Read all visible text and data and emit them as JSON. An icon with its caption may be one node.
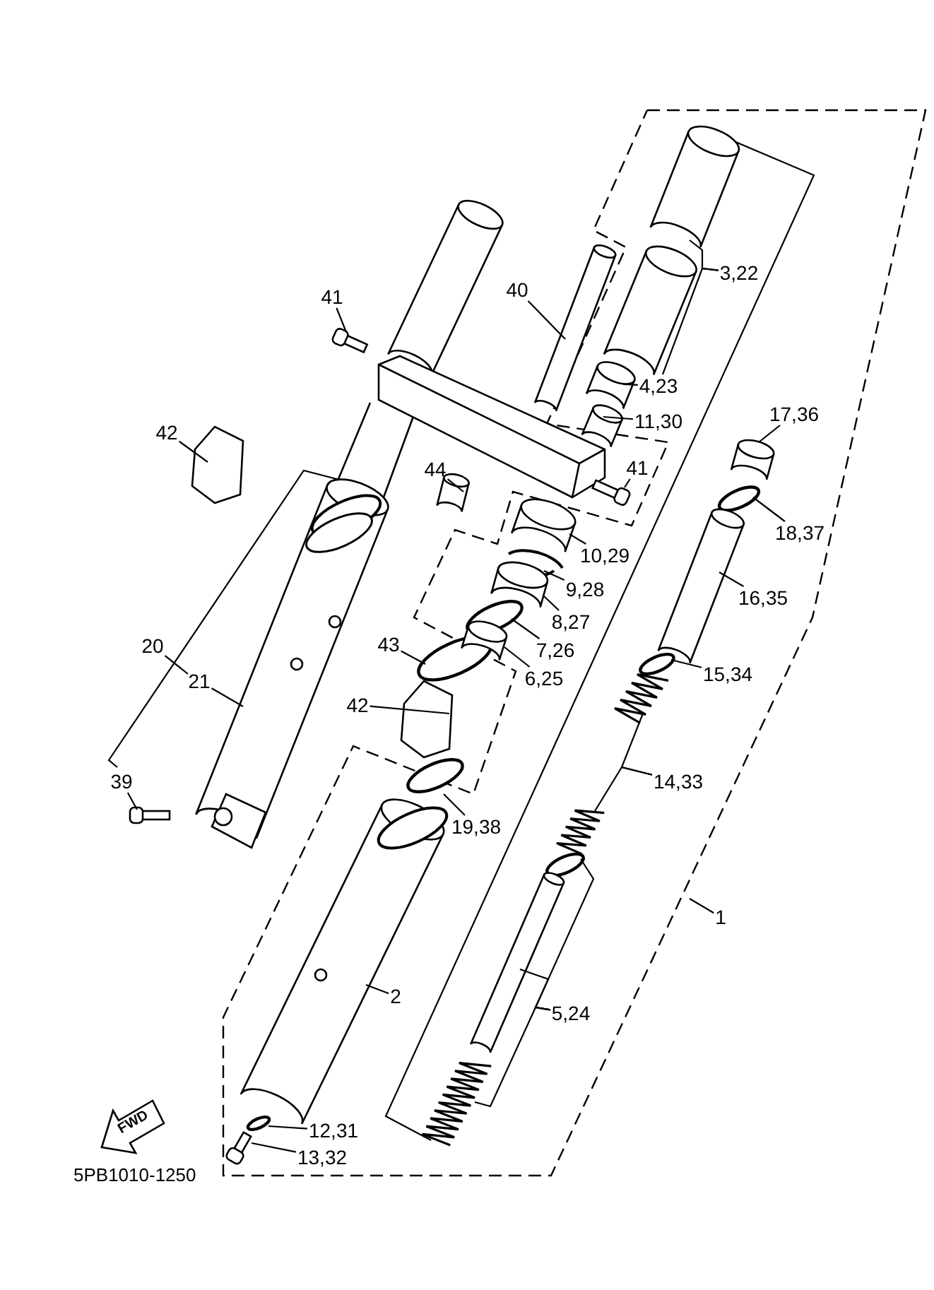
{
  "diagram": {
    "nodes": [
      {
        "text": [
          "41"
        ]
      },
      {
        "text": [
          "40"
        ]
      },
      {
        "text": [
          "3,22"
        ]
      },
      {
        "text": [
          "4,23"
        ]
      },
      {
        "text": [
          "11,30"
        ]
      },
      {
        "text": [
          "17,36"
        ]
      },
      {
        "text": [
          "42"
        ]
      },
      {
        "text": [
          "44"
        ]
      },
      {
        "text": [
          "41"
        ]
      },
      {
        "text": [
          "18,37"
        ]
      },
      {
        "text": [
          "10,29"
        ]
      },
      {
        "text": [
          "9,28"
        ]
      },
      {
        "text": [
          "16,35"
        ]
      },
      {
        "text": [
          "8,27"
        ]
      },
      {
        "text": [
          "43"
        ]
      },
      {
        "text": [
          "20"
        ]
      },
      {
        "text": [
          "7,26"
        ]
      },
      {
        "text": [
          "6,25"
        ]
      },
      {
        "text": [
          "15,34"
        ]
      },
      {
        "text": [
          "21"
        ]
      },
      {
        "text": [
          "42"
        ]
      },
      {
        "text": [
          "14,33"
        ]
      },
      {
        "text": [
          "39"
        ]
      },
      {
        "text": [
          "19,38"
        ]
      },
      {
        "text": [
          "1"
        ]
      },
      {
        "text": [
          "2"
        ]
      },
      {
        "text": [
          "5,24"
        ]
      },
      {
        "text": [
          "12,31"
        ]
      },
      {
        "text": [
          "13,32"
        ]
      },
      {
        "text": [],
        "shape": "picture"
      },
      {
        "text": [],
        "shape": "picture"
      },
      {
        "text": [],
        "shape": "picture"
      },
      {
        "text": [],
        "shape": "picture"
      },
      {
        "text": [],
        "shape": "picture"
      },
      {
        "text": [],
        "shape": "picture"
      },
      {
        "text": [],
        "shape": "picture"
      },
      {
        "text": [],
        "shape": "picture"
      },
      {
        "text": [],
        "shape": "picture"
      },
      {
        "text": [],
        "shape": "circle"
      },
      {
        "text": [],
        "shape": "picture"
      },
      {
        "text": [],
        "shape": "picture"
      },
      {
        "text": [],
        "shape": "picture"
      },
      {
        "text": [],
        "shape": "picture"
      },
      {
        "text": [],
        "shape": "circle"
      },
      {
        "text": [],
        "shape": "circle"
      },
      {
        "text": [],
        "shape": "picture"
      },
      {
        "text": [],
        "shape": "circle"
      },
      {
        "text": [],
        "shape": "picture"
      },
      {
        "text": [],
        "shape": "picture"
      },
      {
        "text": [],
        "shape": "picture"
      },
      {
        "text": [],
        "shape": "picture"
      },
      {
        "text": [],
        "shape": "picture"
      },
      {
        "text": [],
        "shape": "circle"
      },
      {
        "text": [],
        "shape": "picture"
      },
      {
        "text": [],
        "shape": "circle"
      },
      {
        "text": [],
        "shape": "picture"
      },
      {
        "text": [],
        "shape": "picture"
      },
      {
        "text": [],
        "shape": "circle"
      },
      {
        "text": [],
        "shape": "picture"
      }
    ],
    "edges": [
      {
        "from": 0,
        "to": 29,
        "arrow": "none"
      },
      {
        "from": 1,
        "to": 30,
        "arrow": "none"
      },
      {
        "from": 2,
        "to": 31,
        "arrow": "none"
      },
      {
        "from": 2,
        "to": 3,
        "arrow": "none"
      },
      {
        "from": 3,
        "to": 32,
        "arrow": "none"
      },
      {
        "from": 4,
        "to": 33,
        "arrow": "none"
      },
      {
        "from": 5,
        "to": 34,
        "arrow": "none"
      },
      {
        "from": 6,
        "to": 35,
        "arrow": "none"
      },
      {
        "from": 7,
        "to": 36,
        "arrow": "none"
      },
      {
        "from": 8,
        "to": 37,
        "arrow": "none"
      },
      {
        "from": 9,
        "to": 38,
        "arrow": "none"
      },
      {
        "from": 10,
        "to": 39,
        "arrow": "none"
      },
      {
        "from": 11,
        "to": 40,
        "arrow": "none"
      },
      {
        "from": 12,
        "to": 41,
        "arrow": "none"
      },
      {
        "from": 13,
        "to": 42,
        "arrow": "none"
      },
      {
        "from": 14,
        "to": 43,
        "arrow": "none"
      },
      {
        "from": 15,
        "to": 19,
        "arrow": "none"
      },
      {
        "from": 16,
        "to": 44,
        "arrow": "none"
      },
      {
        "from": 17,
        "to": 45,
        "arrow": "none"
      },
      {
        "from": 18,
        "to": 46,
        "arrow": "none"
      },
      {
        "from": 19,
        "to": 47,
        "arrow": "none"
      },
      {
        "from": 20,
        "to": 48,
        "arrow": "none"
      },
      {
        "from": 21,
        "to": 49,
        "arrow": "none"
      },
      {
        "from": 21,
        "to": 50,
        "arrow": "none"
      },
      {
        "from": 22,
        "to": 51,
        "arrow": "none"
      },
      {
        "from": 23,
        "to": 52,
        "arrow": "none"
      },
      {
        "from": 24,
        "to": null,
        "arrow": "none"
      },
      {
        "from": 25,
        "to": 53,
        "arrow": "none"
      },
      {
        "from": 26,
        "to": 54,
        "arrow": "none"
      },
      {
        "from": 26,
        "to": 55,
        "arrow": "none"
      },
      {
        "from": 26,
        "to": 56,
        "arrow": "none"
      },
      {
        "from": 27,
        "to": 57,
        "arrow": "none"
      },
      {
        "from": 28,
        "to": 58,
        "arrow": "none"
      }
    ],
    "labels": [
      "FWD",
      "5PB1010-1250"
    ]
  }
}
